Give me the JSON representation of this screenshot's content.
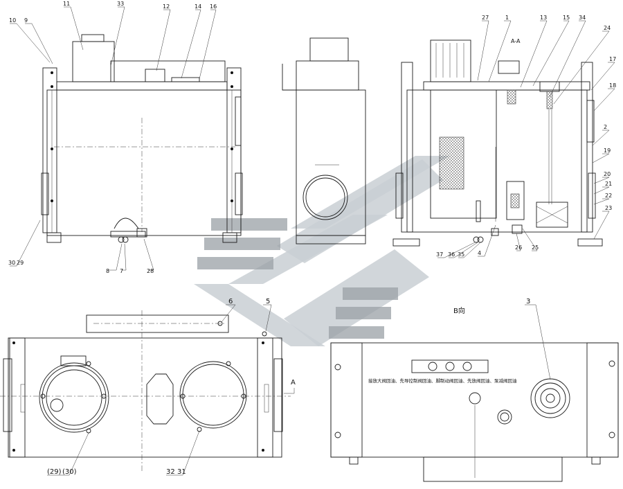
{
  "section_title": "A-A",
  "view_b_title": "B向",
  "section_arrow_label": "A",
  "view_b_note": "接放大阀回油、先导控制阀回油、脚制动阀回油、先放阀回油、泵减阀回油",
  "top_left_labels": [
    "10",
    "9",
    "11",
    "33",
    "12",
    "14",
    "16"
  ],
  "bottom_left_labels": [
    "30",
    "29",
    "8",
    "7",
    "28"
  ],
  "top_right_labels": [
    "27",
    "1",
    "13",
    "15",
    "34",
    "24",
    "17",
    "18",
    "2",
    "19",
    "20",
    "21",
    "22",
    "23"
  ],
  "bottom_right_labels": [
    "37",
    "36",
    "35",
    "4",
    "26",
    "25"
  ],
  "plan_labels": [
    "6",
    "5",
    "(29)",
    "(30)",
    "32",
    "31",
    "3"
  ]
}
